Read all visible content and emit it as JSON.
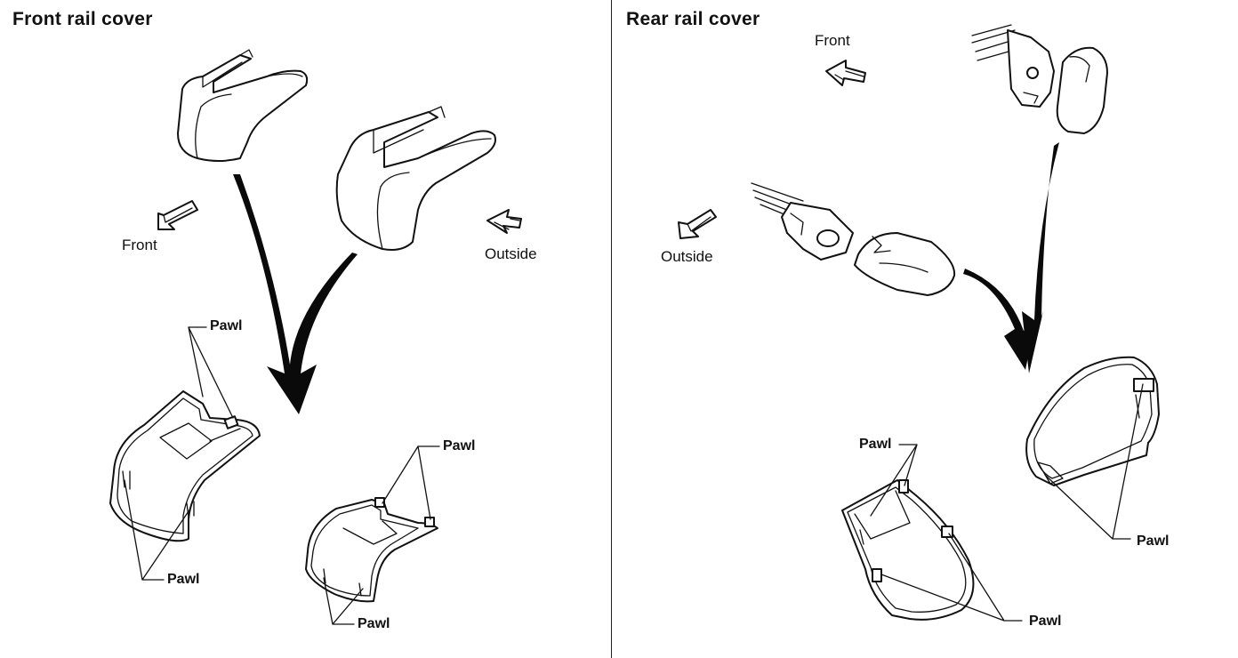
{
  "front_panel": {
    "title": "Front rail cover",
    "front_label": "Front",
    "outside_label": "Outside",
    "pawl_labels": [
      "Pawl",
      "Pawl",
      "Pawl",
      "Pawl"
    ]
  },
  "rear_panel": {
    "title": "Rear rail cover",
    "front_label": "Front",
    "outside_label": "Outside",
    "pawl_labels": [
      "Pawl",
      "Pawl",
      "Pawl"
    ]
  }
}
